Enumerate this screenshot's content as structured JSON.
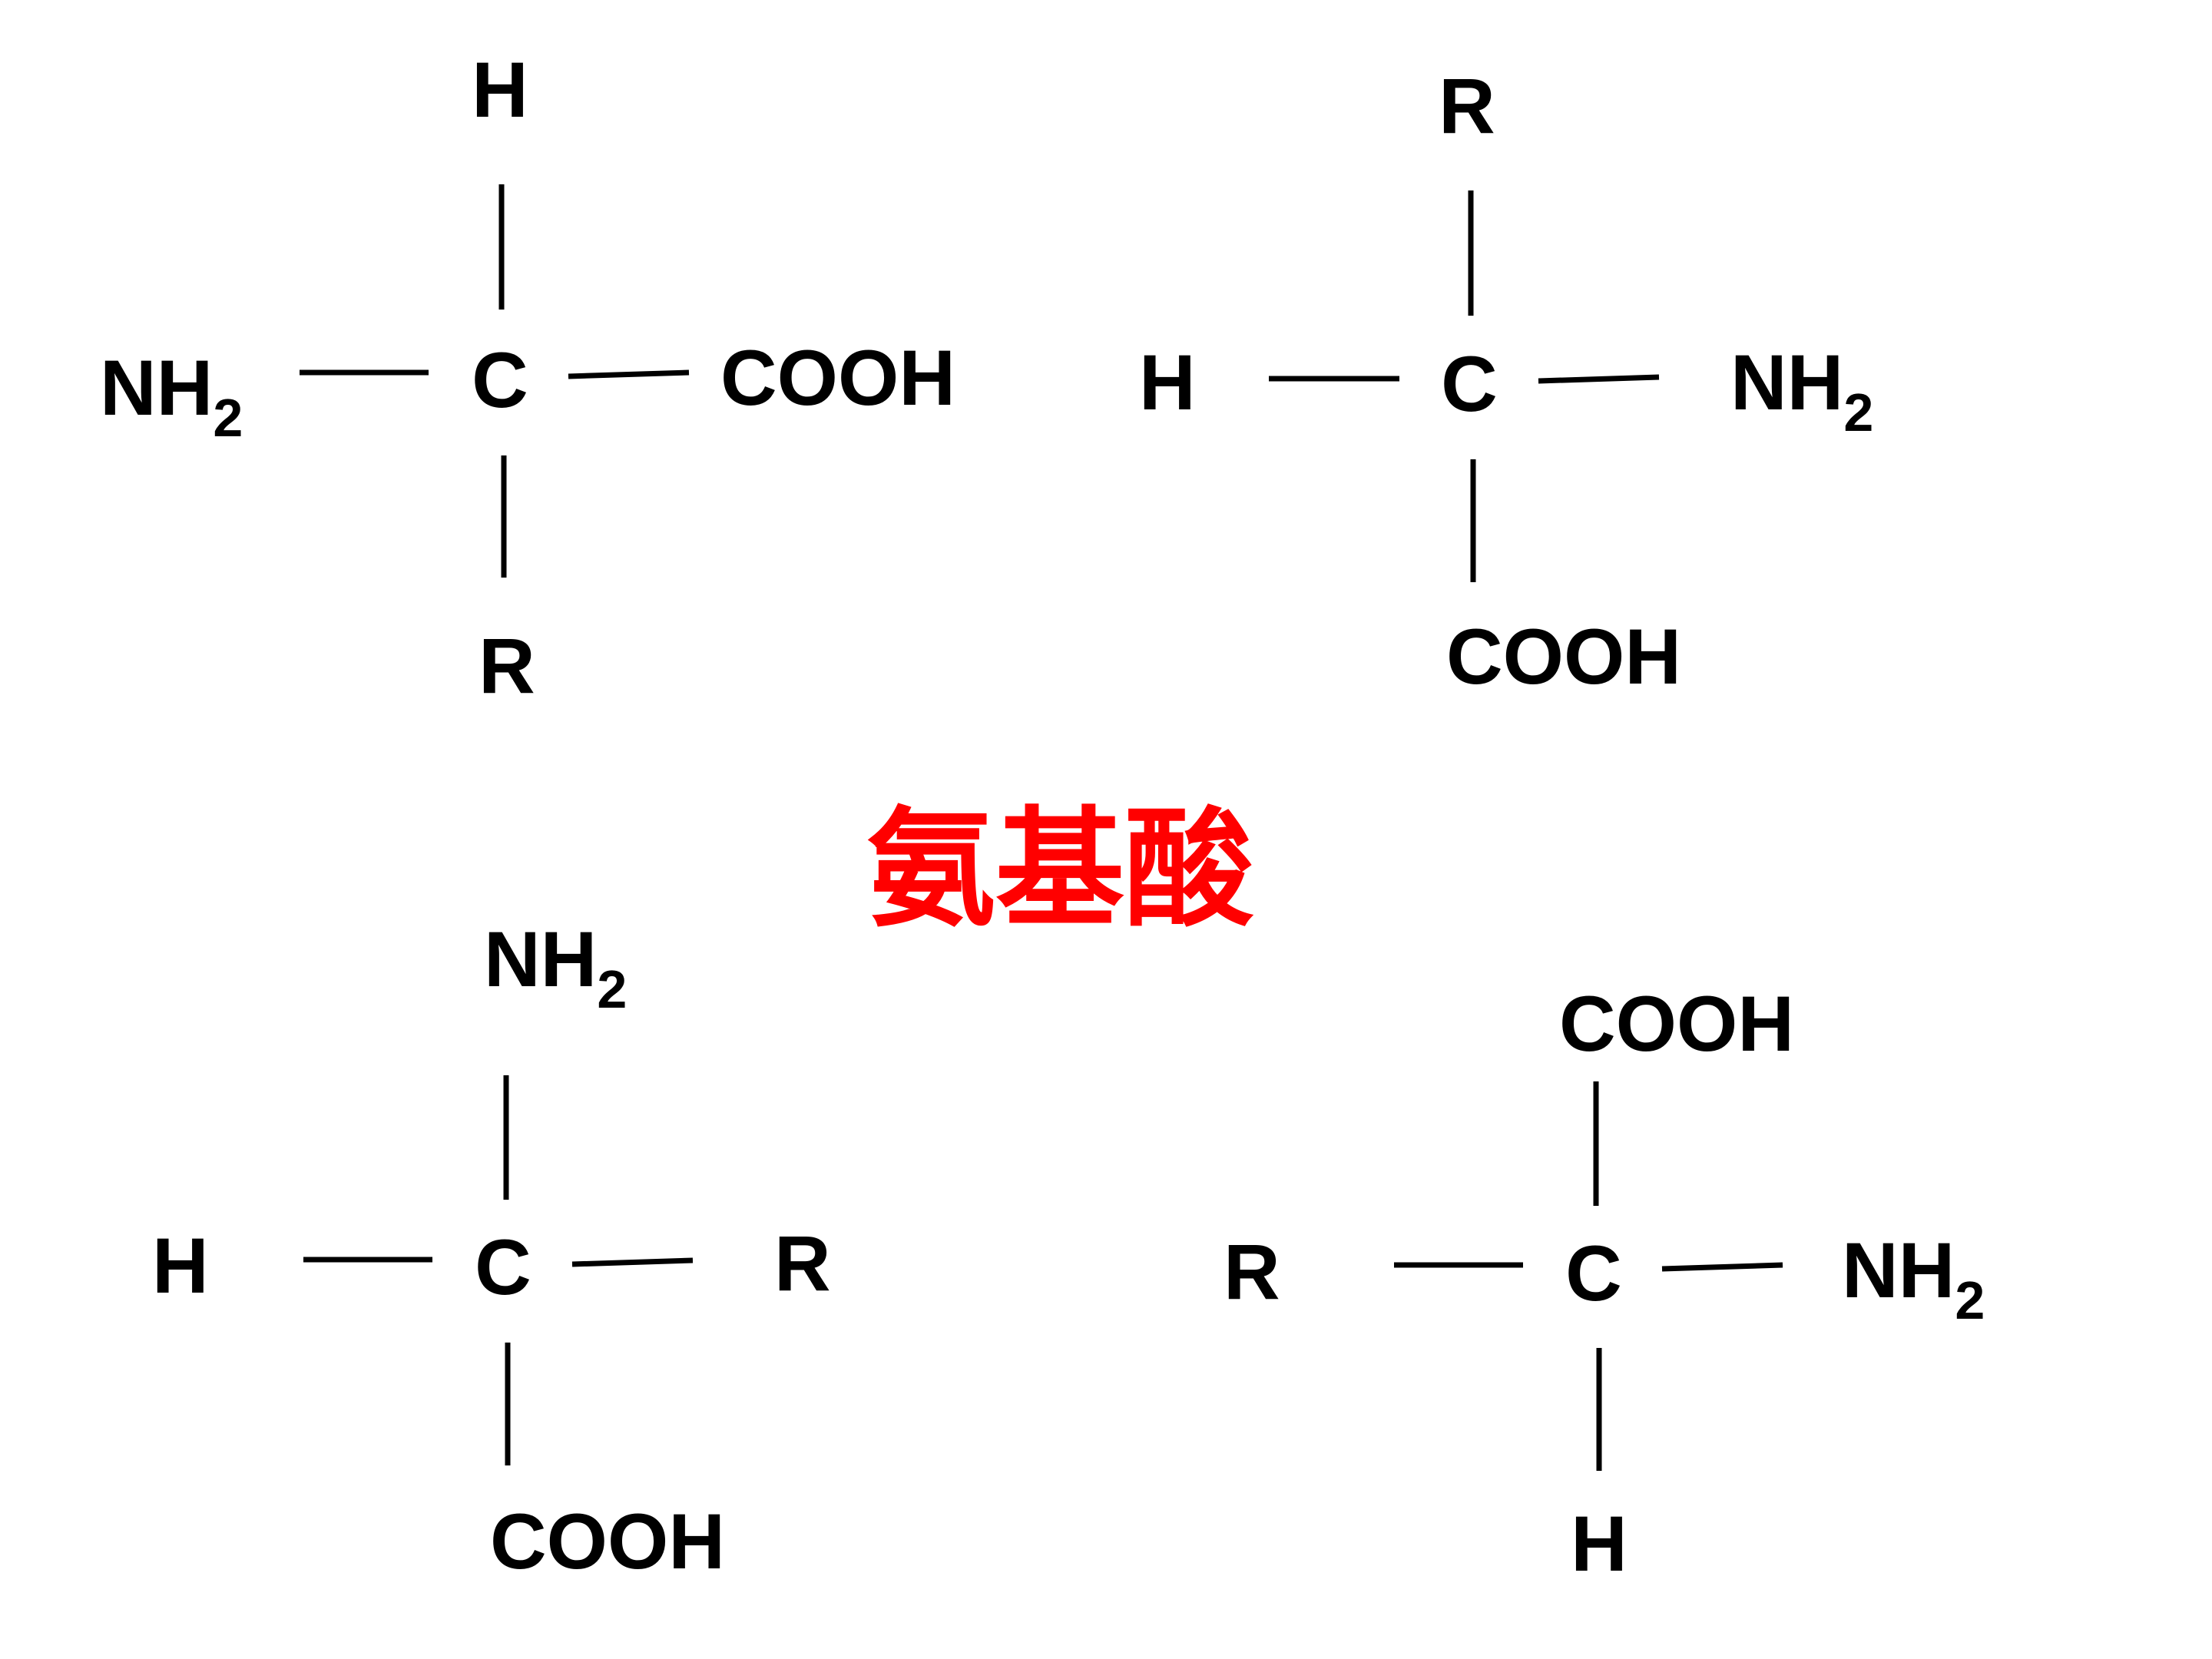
{
  "title": {
    "text": "氨基酸",
    "color": "#ff0000"
  },
  "text_color": "#000000",
  "structures": [
    {
      "center": "C",
      "top": "H",
      "bottom": "R",
      "left": {
        "main": "NH",
        "sub": "2"
      },
      "right": {
        "main": "COOH",
        "sub": ""
      }
    },
    {
      "center": "C",
      "top": "R",
      "bottom": "COOH",
      "left": {
        "main": "H",
        "sub": ""
      },
      "right": {
        "main": "NH",
        "sub": "2"
      }
    },
    {
      "center": "C",
      "top": {
        "main": "NH",
        "sub": "2"
      },
      "bottom": "COOH",
      "left": {
        "main": "H",
        "sub": ""
      },
      "right": {
        "main": "R",
        "sub": ""
      }
    },
    {
      "center": "C",
      "top": "COOH",
      "bottom": "H",
      "left": {
        "main": "R",
        "sub": ""
      },
      "right": {
        "main": "NH",
        "sub": "2"
      }
    }
  ]
}
